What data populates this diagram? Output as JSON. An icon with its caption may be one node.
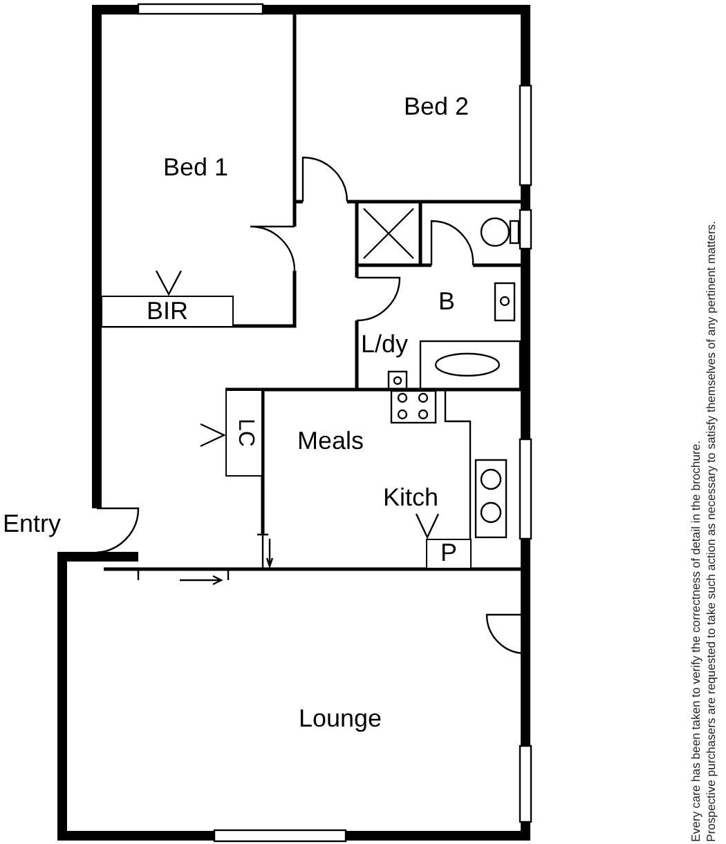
{
  "diagram": {
    "labels": [
      "Bed 2",
      "Bed 1",
      "BIR",
      "B",
      "L/dy",
      "LC",
      "Meals",
      "Kitch",
      "Entry",
      "P",
      "Lounge",
      "Every care has been taken to verify the correctness of detail in the brochure.",
      "Prospective purchasers are requested to take such action as necessary to satisfy themselves of any pertinent matters."
    ]
  }
}
